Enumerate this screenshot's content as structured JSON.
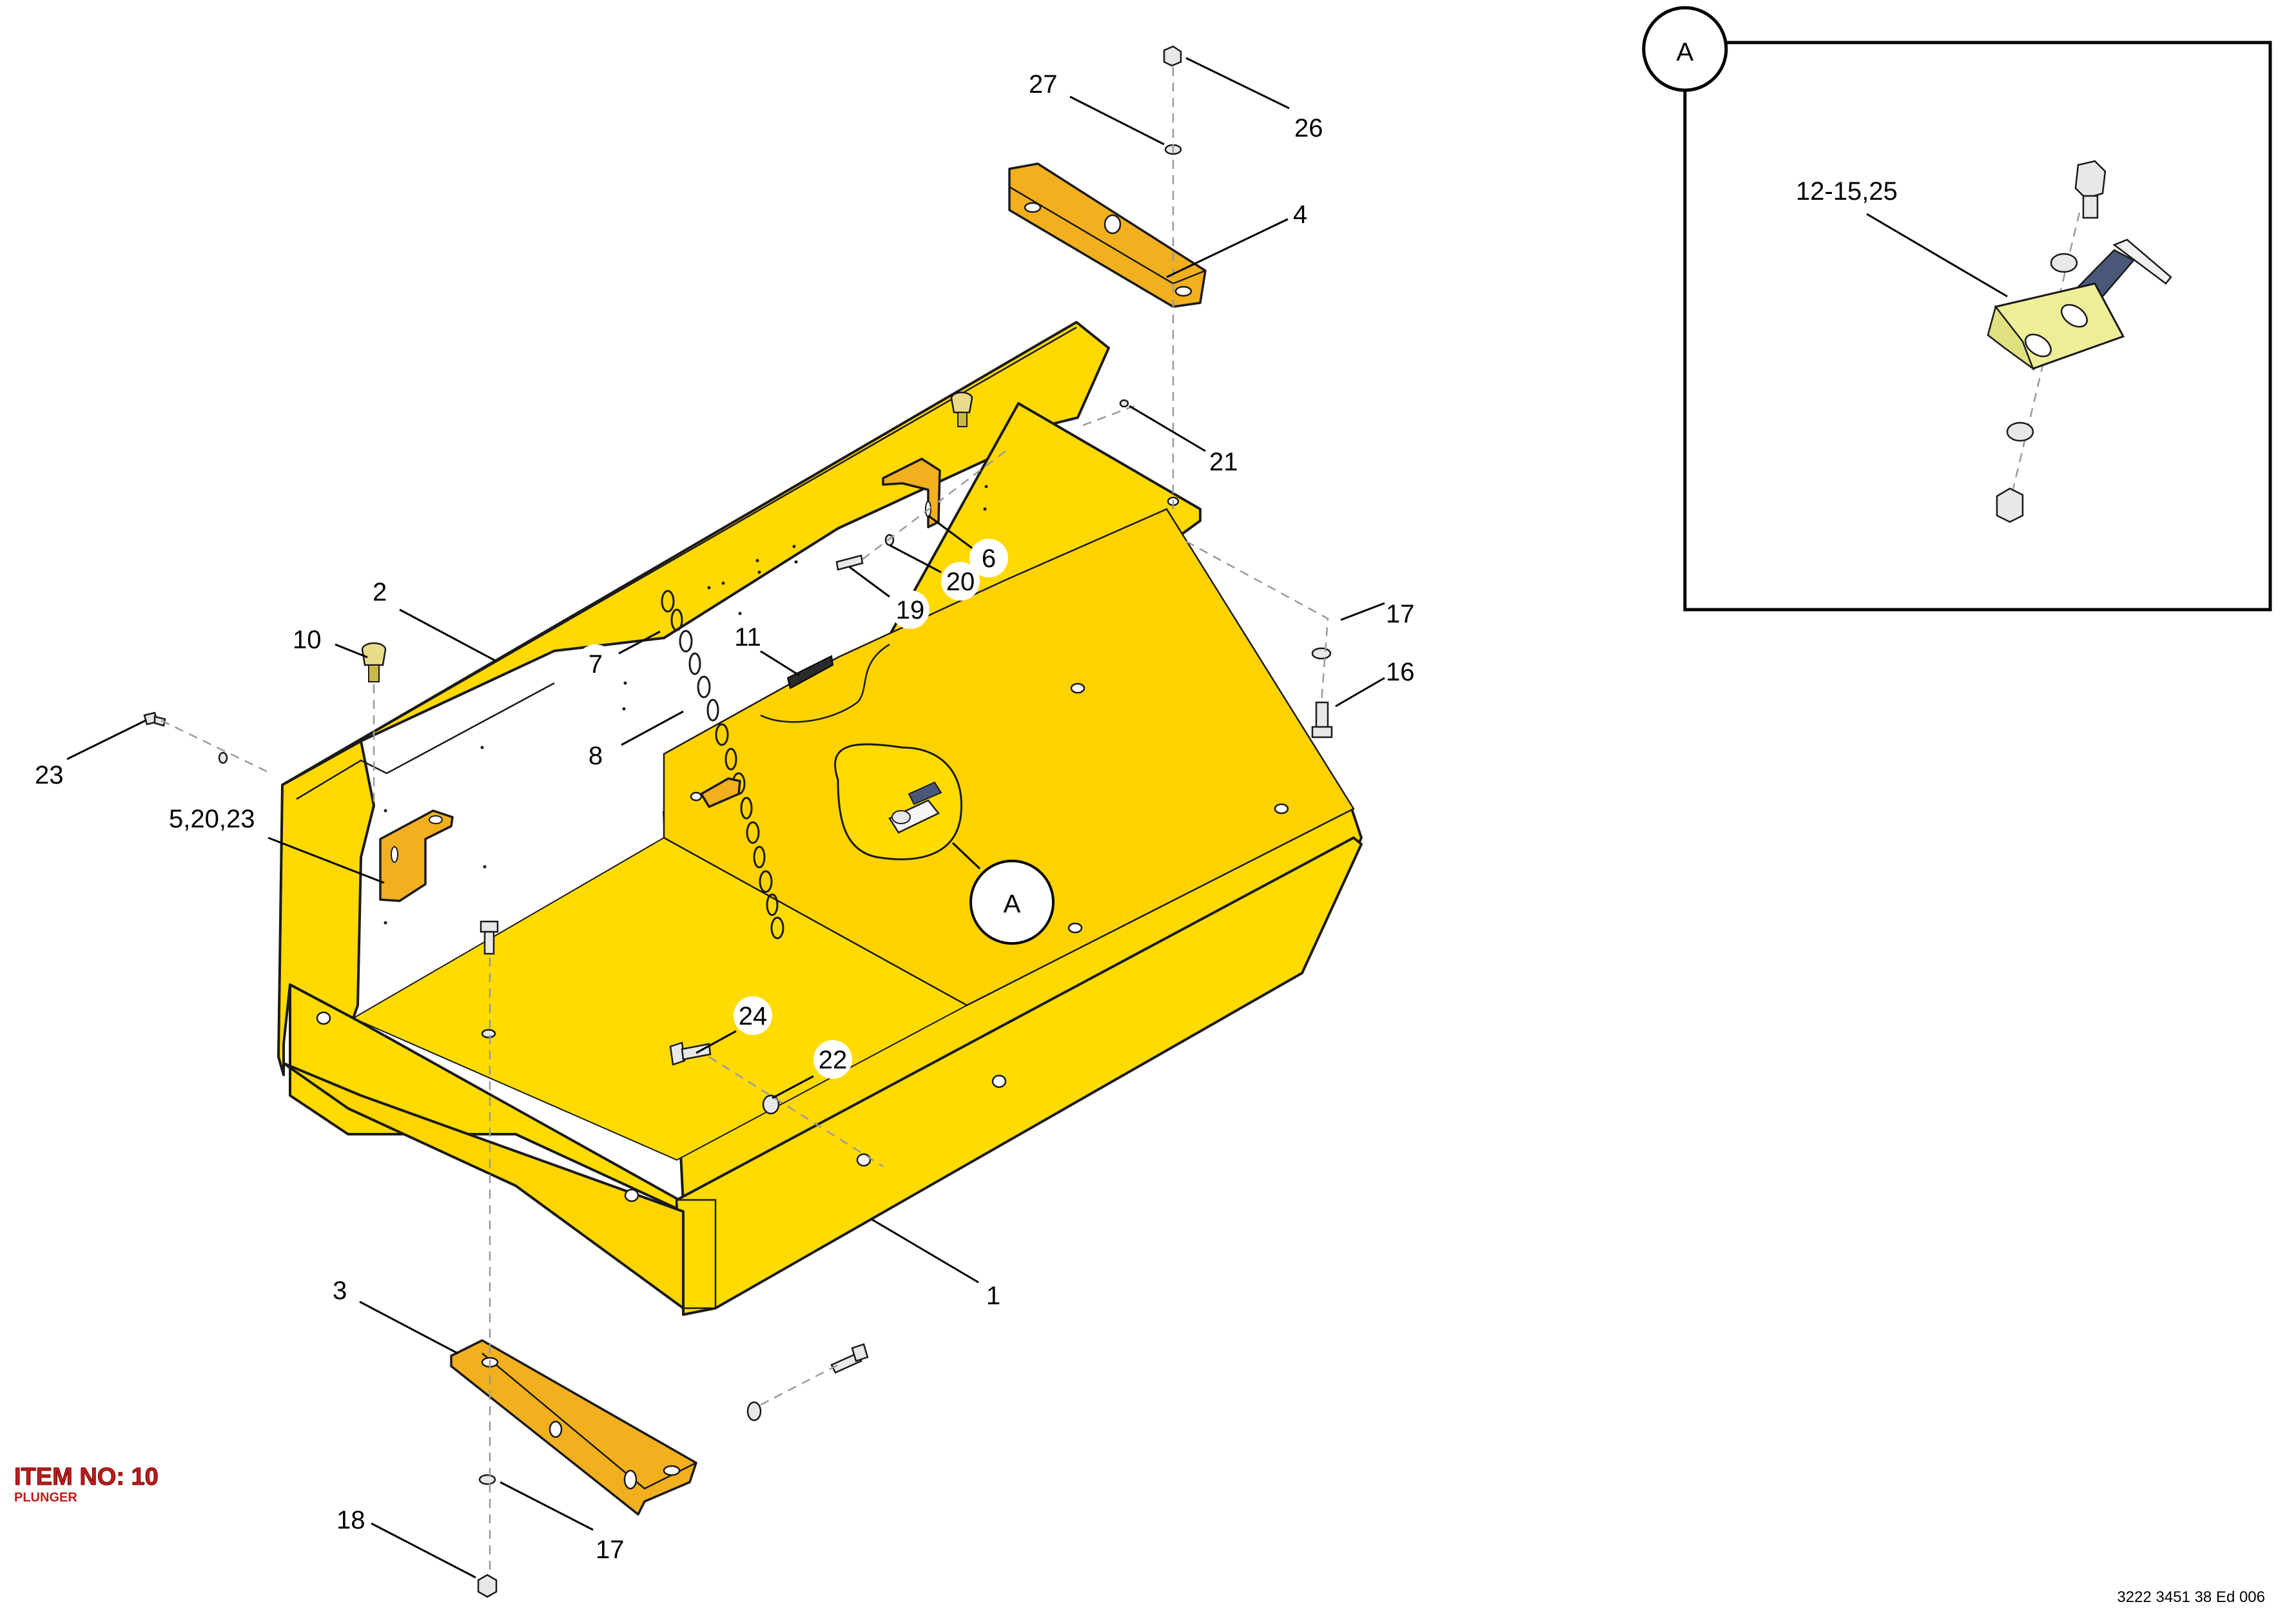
{
  "callouts": {
    "c1": "1",
    "c2": "2",
    "c3": "3",
    "c4": "4",
    "c6": "6",
    "c7": "7",
    "c8": "8",
    "c10": "10",
    "c11": "11",
    "c16": "16",
    "c17a": "17",
    "c17b": "17",
    "c18": "18",
    "c19": "19",
    "c20": "20",
    "c21": "21",
    "c22": "22",
    "c23": "23",
    "c24": "24",
    "c26": "26",
    "c27": "27",
    "c5_20_23": "5,20,23",
    "c12_15_25": "12-15,25"
  },
  "detail": {
    "main_label": "A",
    "inset_label": "A"
  },
  "item": {
    "title": "ITEM NO: 10",
    "subtitle": "PLUNGER"
  },
  "document_number": "3222 3451 38 Ed 006",
  "colors": {
    "body": "#ffdb00",
    "bracket": "#f2b01e",
    "detail_plate": "#eeee99",
    "detail_pin": "#4a5878",
    "item_text": "#c11a1a"
  }
}
